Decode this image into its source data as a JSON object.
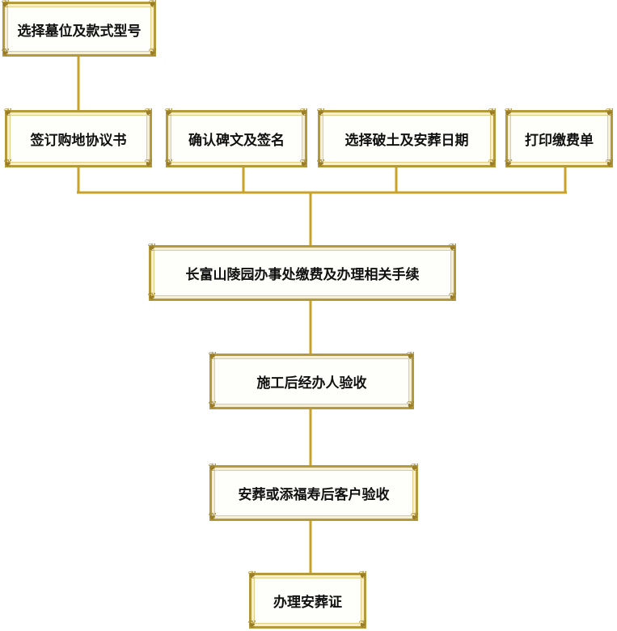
{
  "colors": {
    "connector": "#c9a227",
    "frame": "#b59a3c",
    "frame_inner": "#e2cf86"
  },
  "icons": {
    "corner": "ornament-corner-icon"
  },
  "steps": {
    "select_plot": "选择墓位及款式型号",
    "sign_agreement": "签订购地协议书",
    "confirm_inscription": "确认碑文及签名",
    "choose_dates": "选择破土及安葬日期",
    "print_bill": "打印缴费单",
    "office_payment": "长富山陵园办事处缴费及办理相关手续",
    "handler_inspection": "施工后经办人验收",
    "customer_inspection": "安葬或添福寿后客户验收",
    "burial_certificate": "办理安葬证"
  }
}
